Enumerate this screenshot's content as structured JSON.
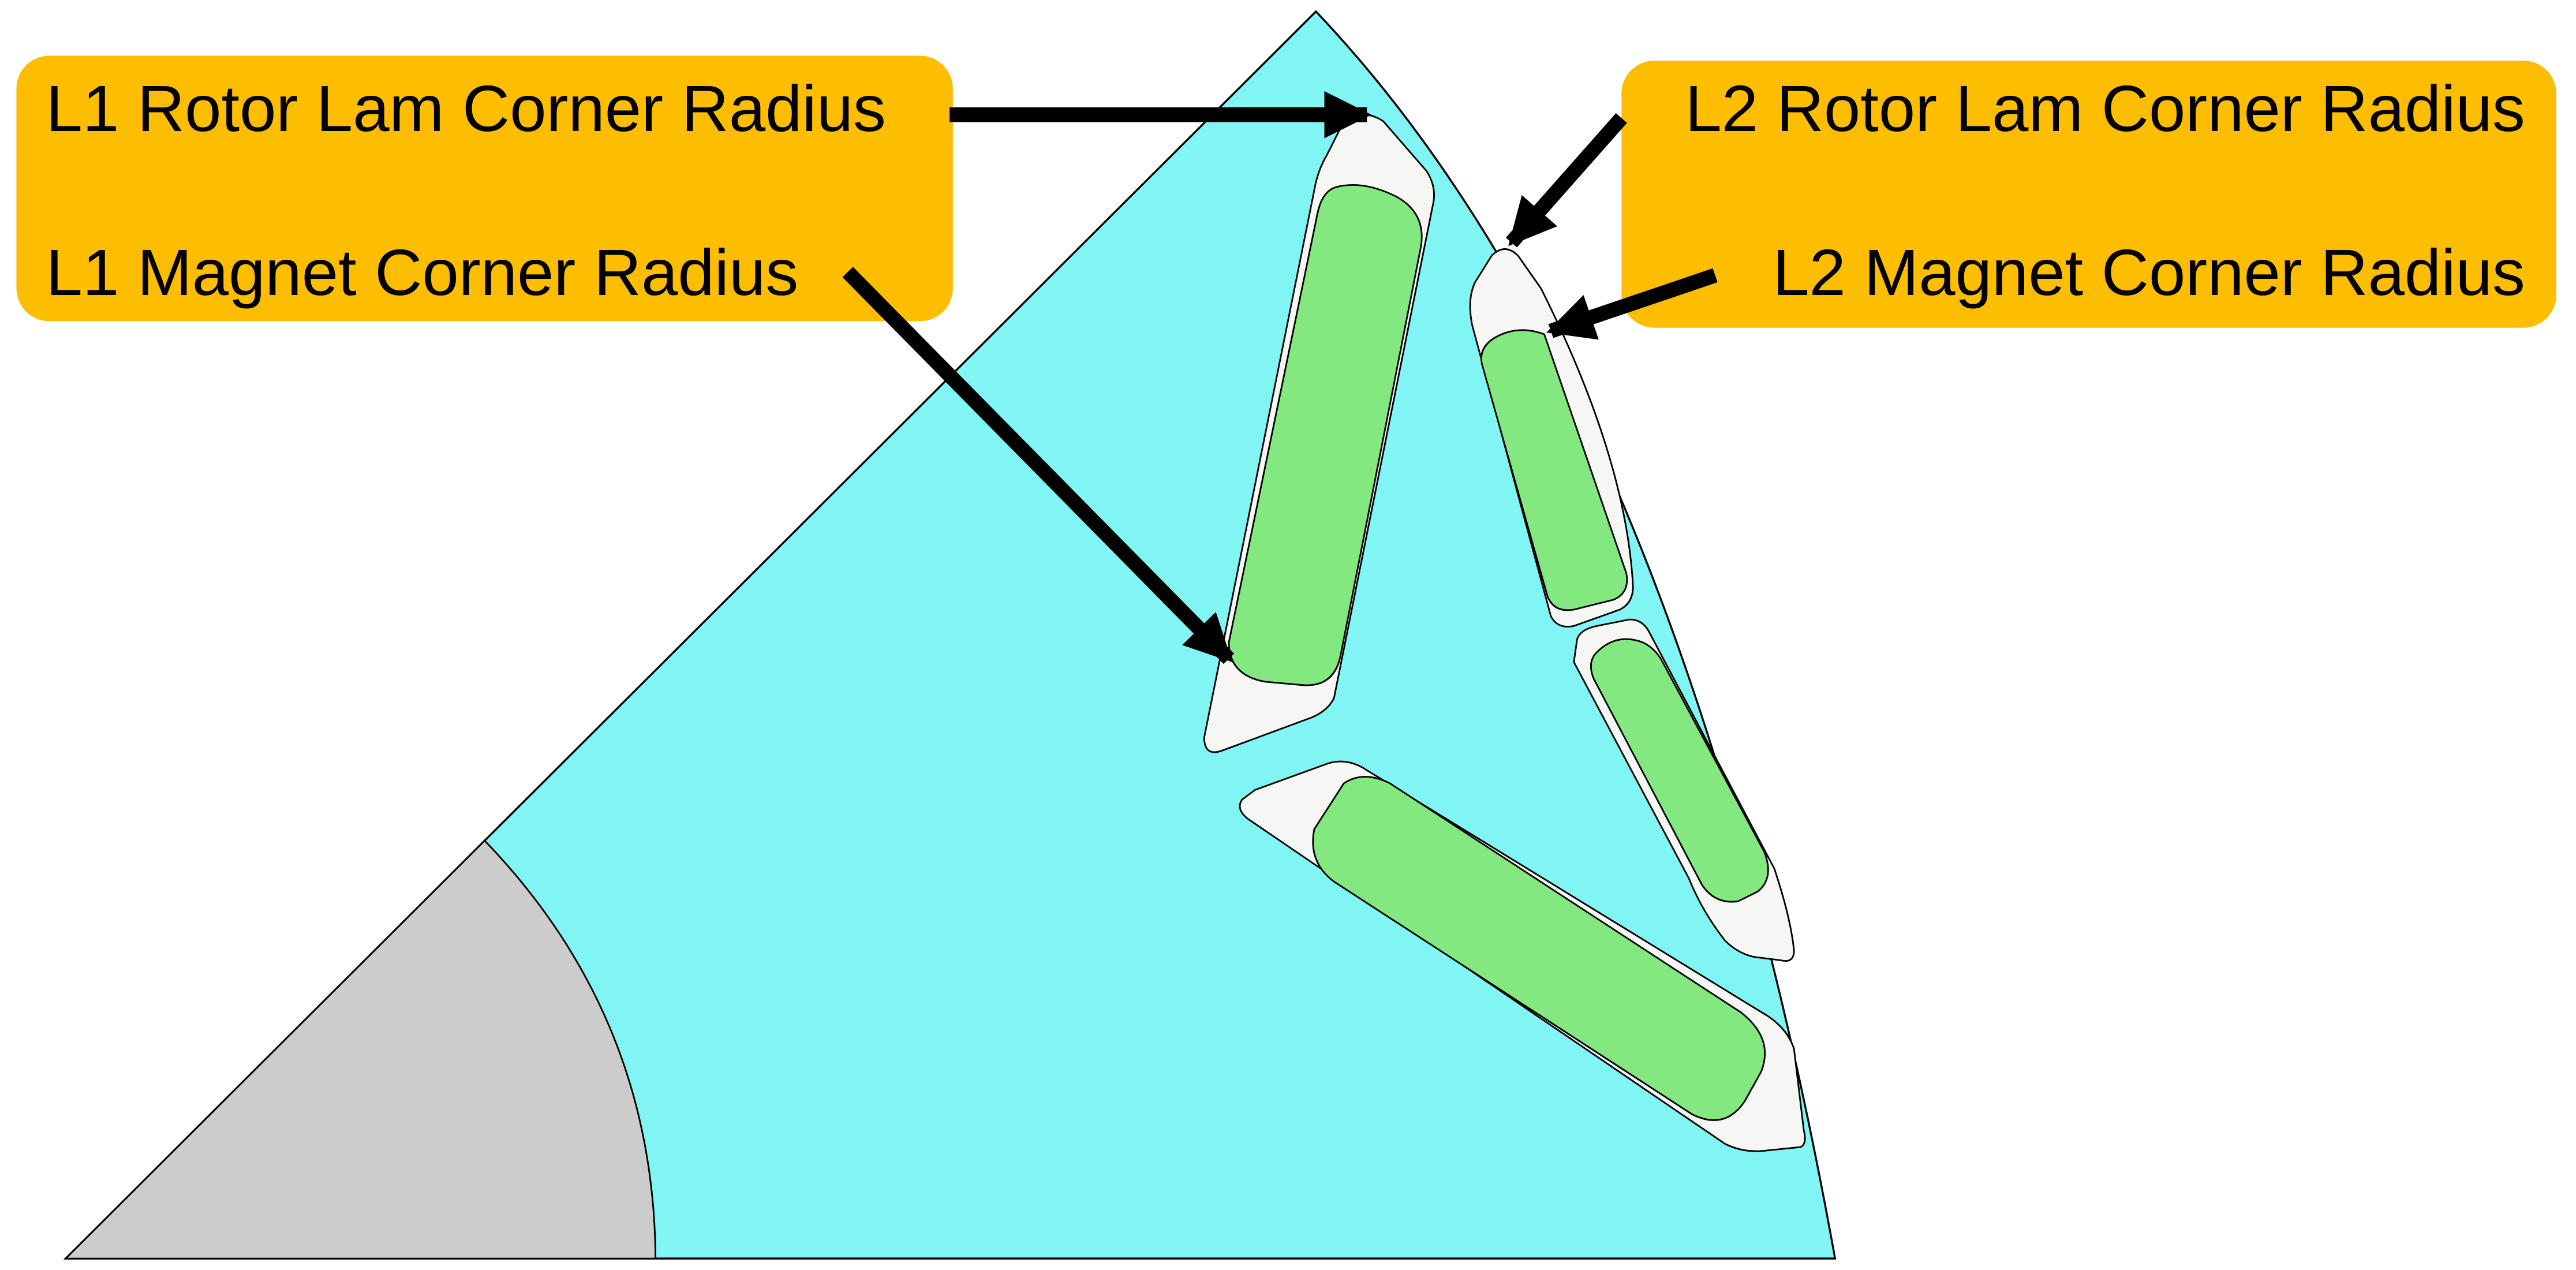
{
  "callouts": {
    "l1_rotor_lam_corner_radius": "L1 Rotor Lam Corner Radius",
    "l1_magnet_corner_radius": "L1 Magnet Corner Radius",
    "l2_rotor_lam_corner_radius": "L2 Rotor Lam Corner Radius",
    "l2_magnet_corner_radius": "L2 Magnet Corner Radius"
  },
  "colors": {
    "callout_box": "#FDBD00",
    "rotor_lamination": "#80F5F3",
    "shaft": "#CCCCCC",
    "magnet": "#82E87F",
    "air_pocket": "#F6F6F4",
    "outline": "#000000",
    "arrow": "#000000"
  }
}
